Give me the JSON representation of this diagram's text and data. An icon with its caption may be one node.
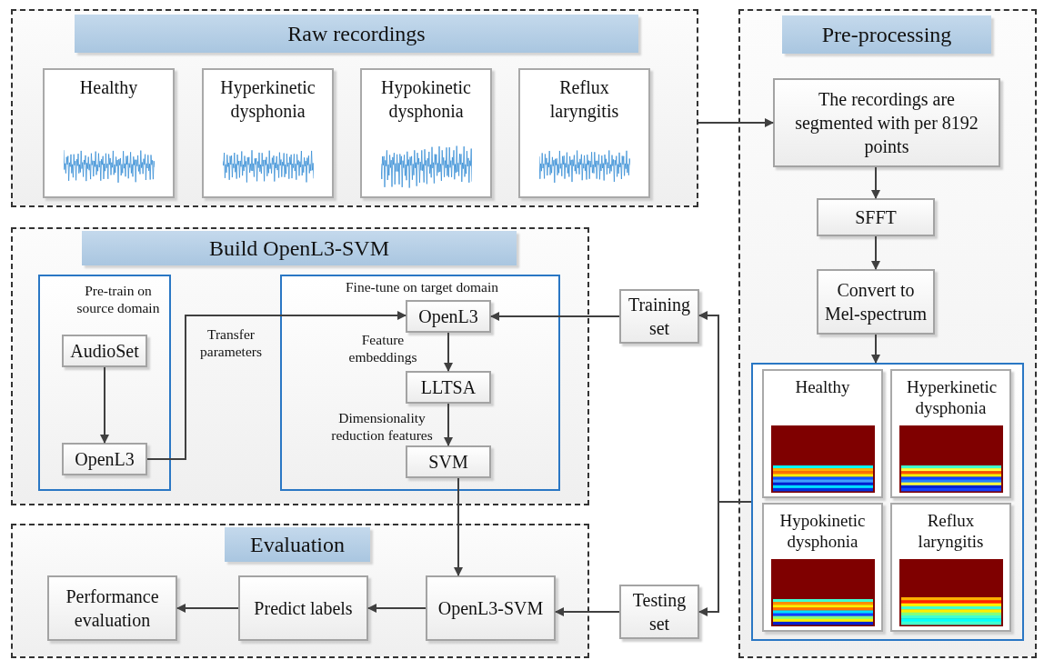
{
  "diagram": {
    "nodes": [
      {
        "text": [
          "Raw recordings"
        ]
      },
      {
        "text": [
          "Healthy"
        ],
        "in": 0
      },
      {
        "text": [
          "Hyperkinetic dysphonia"
        ],
        "in": 0
      },
      {
        "text": [
          "Hypokinetic dysphonia"
        ],
        "in": 0
      },
      {
        "text": [
          "Reflux laryngitis"
        ],
        "in": 0
      },
      {
        "text": [
          "Pre-processing"
        ]
      },
      {
        "text": [
          "The recordings are segmented with per 8192 points"
        ],
        "in": 5
      },
      {
        "text": [
          "SFFT"
        ],
        "in": 5
      },
      {
        "text": [
          "Convert to Mel-spectrum"
        ],
        "in": 5
      },
      {
        "text": [],
        "shape": "box",
        "in": 5
      },
      {
        "text": [
          "Healthy"
        ],
        "in": 9
      },
      {
        "text": [
          "Hyperkinetic dysphonia"
        ],
        "in": 9
      },
      {
        "text": [
          "Hypokinetic dysphonia"
        ],
        "in": 9
      },
      {
        "text": [
          "Reflux laryngitis"
        ],
        "in": 9
      },
      {
        "text": [
          "Build OpenL3-SVM"
        ]
      },
      {
        "text": [
          "Pre-train on source domain"
        ],
        "in": 14
      },
      {
        "text": [
          "AudioSet"
        ],
        "in": 15
      },
      {
        "text": [
          "OpenL3"
        ],
        "in": 15
      },
      {
        "text": [
          "Fine-tune on target domain"
        ],
        "in": 14
      },
      {
        "text": [
          "OpenL3"
        ],
        "in": 18
      },
      {
        "text": [
          "LLTSA"
        ],
        "in": 18
      },
      {
        "text": [
          "SVM"
        ],
        "in": 18
      },
      {
        "text": [
          "Training set"
        ]
      },
      {
        "text": [
          "Testing set"
        ]
      },
      {
        "text": [
          "Evaluation"
        ]
      },
      {
        "text": [
          "Performance evaluation"
        ],
        "in": 24
      },
      {
        "text": [
          "Predict labels"
        ],
        "in": 24
      },
      {
        "text": [
          "OpenL3-SVM"
        ],
        "in": 24
      }
    ],
    "edges": [
      {
        "from": 0,
        "to": 6,
        "arrow": "to"
      },
      {
        "from": 6,
        "to": 7,
        "arrow": "to"
      },
      {
        "from": 7,
        "to": 8,
        "arrow": "to"
      },
      {
        "from": 8,
        "to": 9,
        "arrow": "to"
      },
      {
        "from": 9,
        "to": 22,
        "arrow": "to"
      },
      {
        "from": 9,
        "to": 23,
        "arrow": "to"
      },
      {
        "from": 16,
        "to": 17,
        "arrow": "to"
      },
      {
        "from": 17,
        "to": 19,
        "arrow": "to",
        "label": "Transfer parameters"
      },
      {
        "from": 22,
        "to": 19,
        "arrow": "to"
      },
      {
        "from": 19,
        "to": 20,
        "arrow": "to",
        "label": "Feature embeddings"
      },
      {
        "from": 20,
        "to": 21,
        "arrow": "to",
        "label": "Dimensionality reduction features"
      },
      {
        "from": 21,
        "to": 27,
        "arrow": "to"
      },
      {
        "from": 23,
        "to": 27,
        "arrow": "to"
      },
      {
        "from": 27,
        "to": 26,
        "arrow": "to"
      },
      {
        "from": 26,
        "to": 25,
        "arrow": "to"
      }
    ]
  }
}
